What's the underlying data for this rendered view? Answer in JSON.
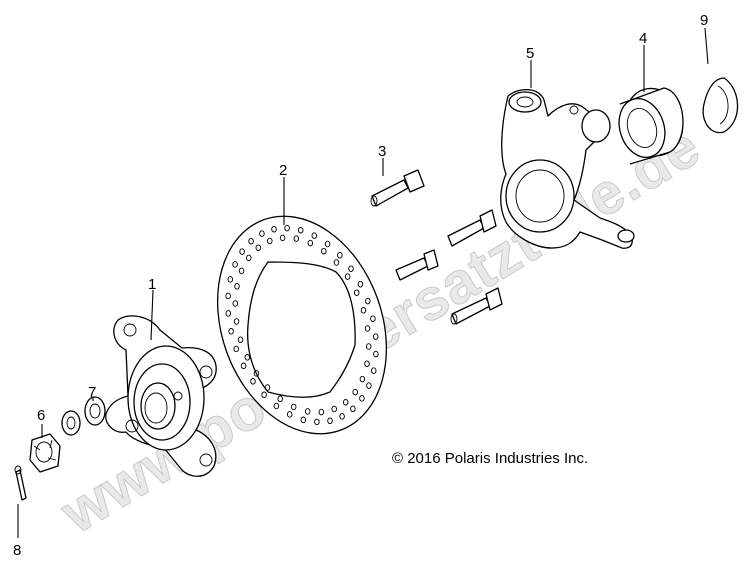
{
  "diagram": {
    "watermark": "www.polarisersatzteile.de",
    "copyright": "© 2016 Polaris Industries Inc.",
    "callouts": [
      "1",
      "2",
      "3",
      "4",
      "5",
      "6",
      "7",
      "8",
      "9"
    ]
  }
}
